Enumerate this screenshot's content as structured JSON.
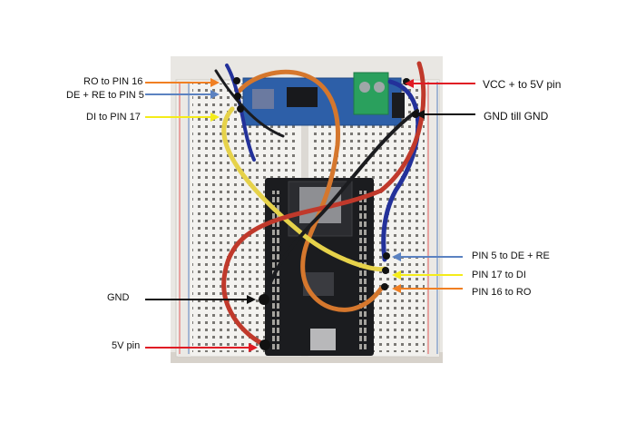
{
  "labels": {
    "ro_to_pin16": "RO to PIN 16",
    "de_re_to_pin5": "DE + RE to PIN 5",
    "di_to_pin17": "DI to PIN 17",
    "vcc_to_5v": "VCC + to 5V pin",
    "gnd_till_gnd": "GND  till GND",
    "pin5_to_de_re": "PIN 5 to DE + RE",
    "pin17_to_di": "PIN 17 to DI",
    "pin16_to_ro": "PIN 16 to RO",
    "gnd": "GND",
    "five_v_pin": "5V pin"
  },
  "colors": {
    "orange_arrow": "#f07f22",
    "blue_arrow": "#5b82c1",
    "yellow_arrow": "#f4ec1a",
    "red_arrow": "#e01b24",
    "black_arrow": "#111111"
  }
}
